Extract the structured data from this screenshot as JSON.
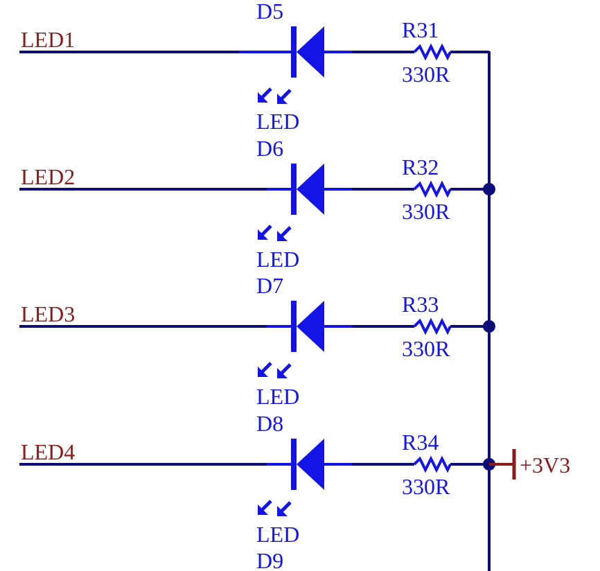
{
  "power": {
    "label": "+3V3"
  },
  "rows": [
    {
      "net": "LED1",
      "diode_ref": "D5",
      "diode_type": "LED",
      "res_ref": "R31",
      "res_value": "330R"
    },
    {
      "net": "LED2",
      "diode_ref": "D6",
      "diode_type": "LED",
      "res_ref": "R32",
      "res_value": "330R"
    },
    {
      "net": "LED3",
      "diode_ref": "D7",
      "diode_type": "LED",
      "res_ref": "R33",
      "res_value": "330R"
    },
    {
      "net": "LED4",
      "diode_ref": "D8",
      "diode_type": "LED",
      "res_ref": "R34",
      "res_value": "330R"
    }
  ],
  "trailing_ref": "D9",
  "colors": {
    "wire": "#0d0d7a",
    "component": "#1414e6",
    "net_label": "#8b1a1a",
    "junction": "#0d0d7a"
  }
}
